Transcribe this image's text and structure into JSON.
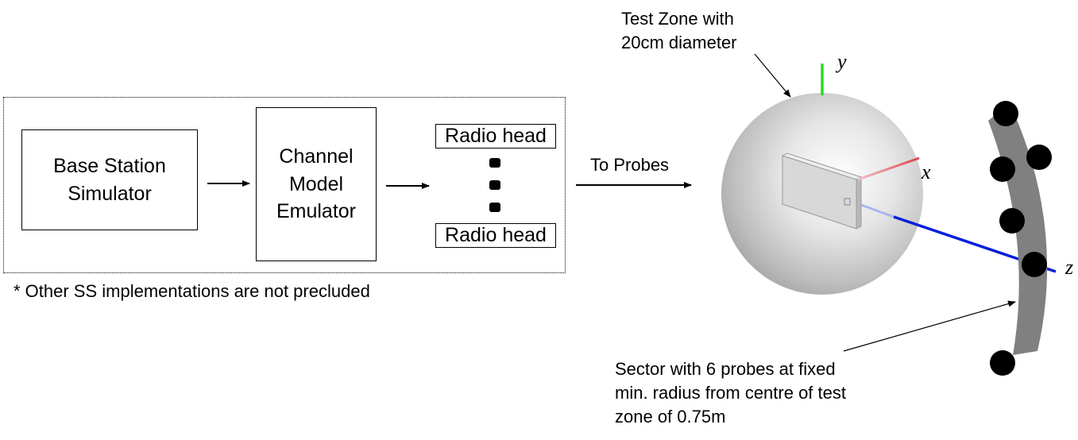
{
  "system": {
    "base_station_line1": "Base Station",
    "base_station_line2": "Simulator",
    "channel_line1": "Channel",
    "channel_line2": "Model",
    "channel_line3": "Emulator",
    "radio_head_top": "Radio head",
    "radio_head_bottom": "Radio head",
    "to_probes": "To Probes",
    "footnote": "* Other SS implementations are not precluded"
  },
  "test_zone": {
    "label_line1": "Test Zone with",
    "label_line2": "20cm diameter"
  },
  "axes": {
    "x": "x",
    "y": "y",
    "z": "z",
    "x_color": "#e0404a",
    "y_color": "#22dd22",
    "z_color": "#0a1fd8"
  },
  "sector": {
    "label_line1": "Sector with 6 probes at fixed",
    "label_line2": "min. radius from centre of test",
    "label_line3": "zone of 0.75m",
    "sector_color": "#808080",
    "probe_color": "#000000"
  }
}
